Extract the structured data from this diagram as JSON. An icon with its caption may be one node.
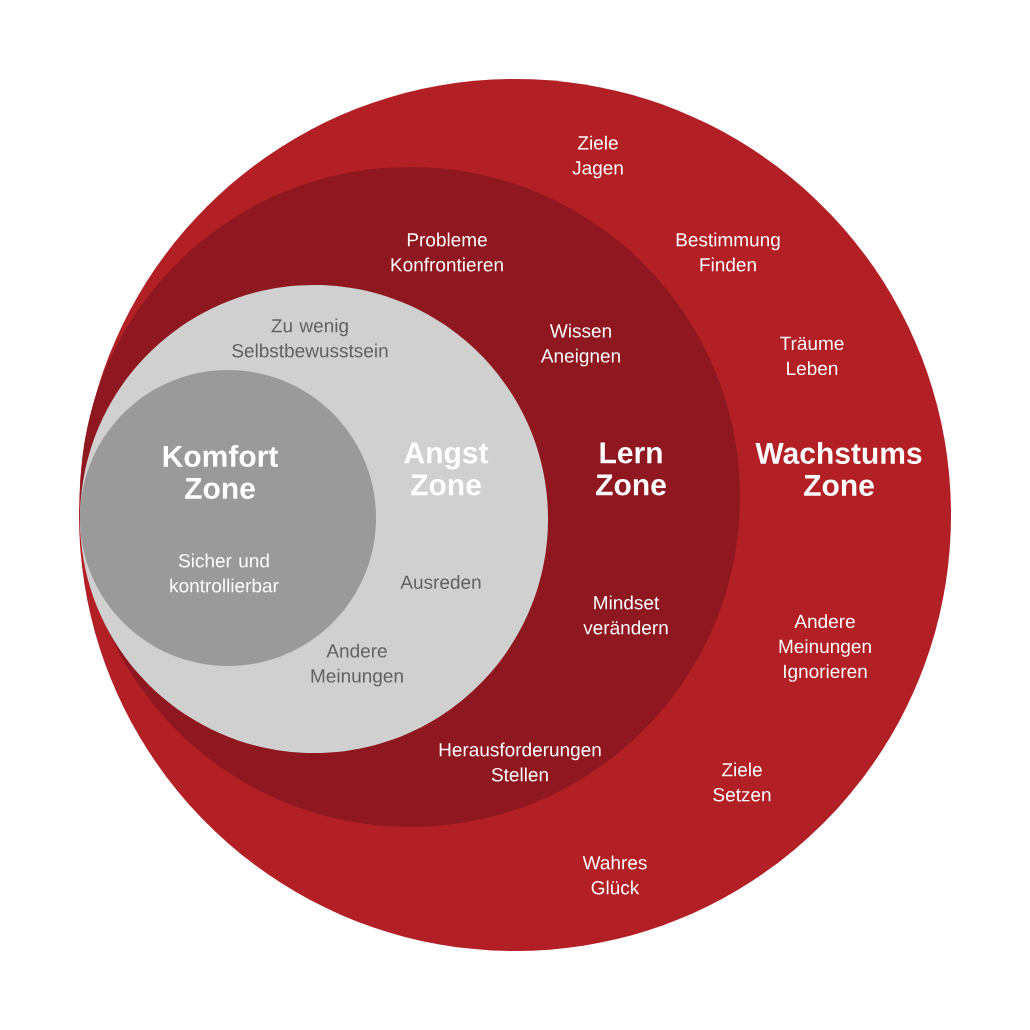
{
  "diagram": {
    "nodes": [
      {
        "text": [
          "Wachstums Zone",
          "Ziele Jagen",
          "Bestimmung Finden",
          "Träume Leben",
          "Andere Meinungen Ignorieren",
          "Ziele Setzen",
          "Wahres Glück"
        ]
      },
      {
        "text": [
          "Lern Zone",
          "Probleme Konfrontieren",
          "Wissen Aneignen",
          "Mindset verändern",
          "Herausforderungen Stellen"
        ],
        "in": 0
      },
      {
        "text": [
          "Angst Zone",
          "Zu wenig Selbstbewusstsein",
          "Ausreden",
          "Andere Meinungen"
        ],
        "in": 1
      },
      {
        "text": [
          "Komfort Zone",
          "Sicher und kontrollierbar"
        ],
        "in": 2
      }
    ]
  }
}
